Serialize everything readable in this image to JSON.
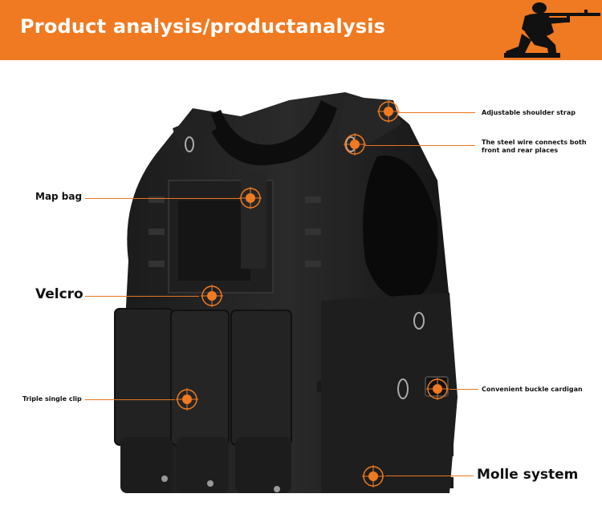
{
  "header": {
    "title": "Product analysis/productanalysis",
    "accent_color": "#f07a21"
  },
  "callouts": {
    "shoulder_strap": "Adjustable shoulder strap",
    "steel_wire": "The steel wire connects both front and rear places",
    "map_bag": "Map bag",
    "velcro": "Velcro",
    "triple_clip": "Triple single clip",
    "buckle": "Convenient buckle cardigan",
    "molle": "Molle system"
  },
  "icons": {
    "banner_figure": "kneeling-soldier-silhouette",
    "marker": "crosshair-target-icon"
  }
}
